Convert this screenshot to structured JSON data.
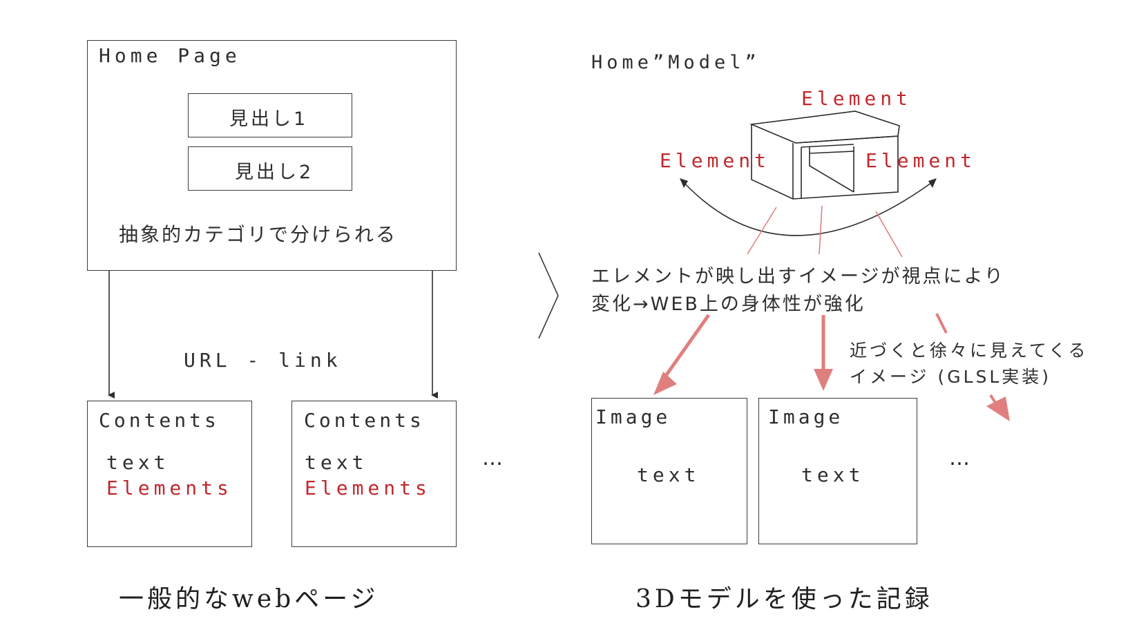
{
  "left": {
    "home_title": "Home Page",
    "heading1": "見出し1",
    "heading2": "見出し2",
    "category_note": "抽象的カテゴリで分けられる",
    "link_label": "URL - link",
    "cards": [
      {
        "title": "Contents",
        "line1": "text",
        "line2": "Elements"
      },
      {
        "title": "Contents",
        "line1": "text",
        "line2": "Elements"
      }
    ],
    "ellipsis": "…",
    "caption": "一般的なwebページ"
  },
  "right": {
    "model_title": "Home”Model”",
    "element_top": "Element",
    "element_left": "Element",
    "element_right": "Element",
    "description_line1": "エレメントが映し出すイメージが視点により",
    "description_line2": "変化→WEB上の身体性が強化",
    "approach_line1": "近づくと徐々に見えてくる",
    "approach_line2": "イメージ (GLSL実装)",
    "cards": [
      {
        "title": "Image",
        "body": "text"
      },
      {
        "title": "Image",
        "body": "text"
      }
    ],
    "ellipsis": "…",
    "caption": "3Dモデルを使った記録"
  },
  "colors": {
    "accent_red": "#c0282d",
    "arrow_pink": "#e07f7f",
    "line": "#2e2e2e"
  }
}
